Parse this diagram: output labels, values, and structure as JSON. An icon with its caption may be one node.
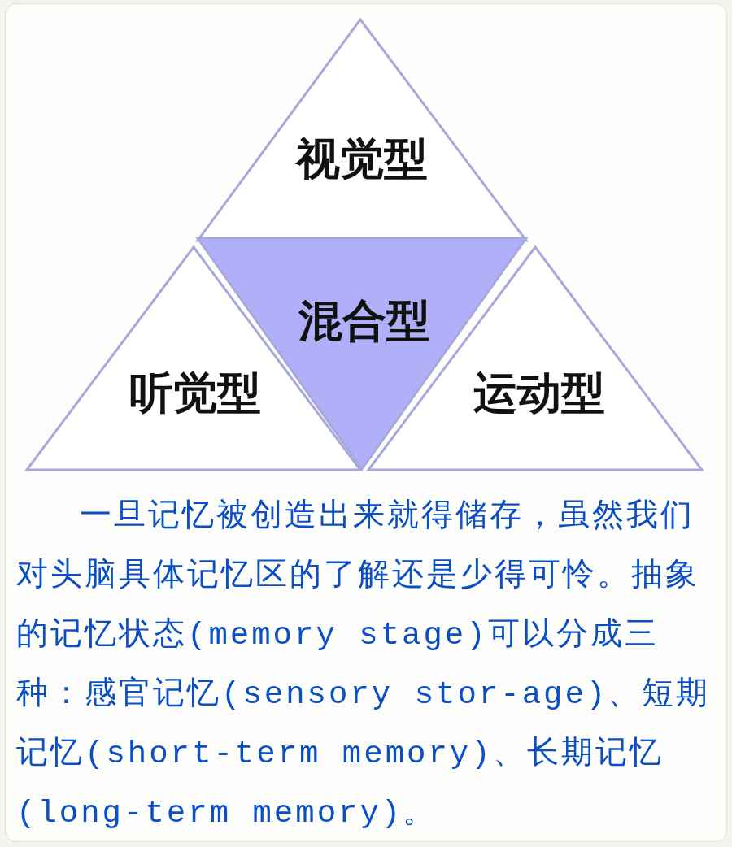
{
  "diagram": {
    "nodes": [
      {
        "text": [
          "视觉型"
        ]
      },
      {
        "text": [
          "听觉型"
        ]
      },
      {
        "text": [
          "混合型"
        ]
      },
      {
        "text": [
          "运动型"
        ]
      }
    ],
    "caption": "一旦记忆被创造出来就得储存，虽然我们对头脑具体记忆区的了解还是少得可怜。抽象的记忆状态(memory stage)可以分成三种：感官记忆(sensory stor-age)、短期记忆(short-term memory)、长期记忆(long-term memory)。"
  }
}
